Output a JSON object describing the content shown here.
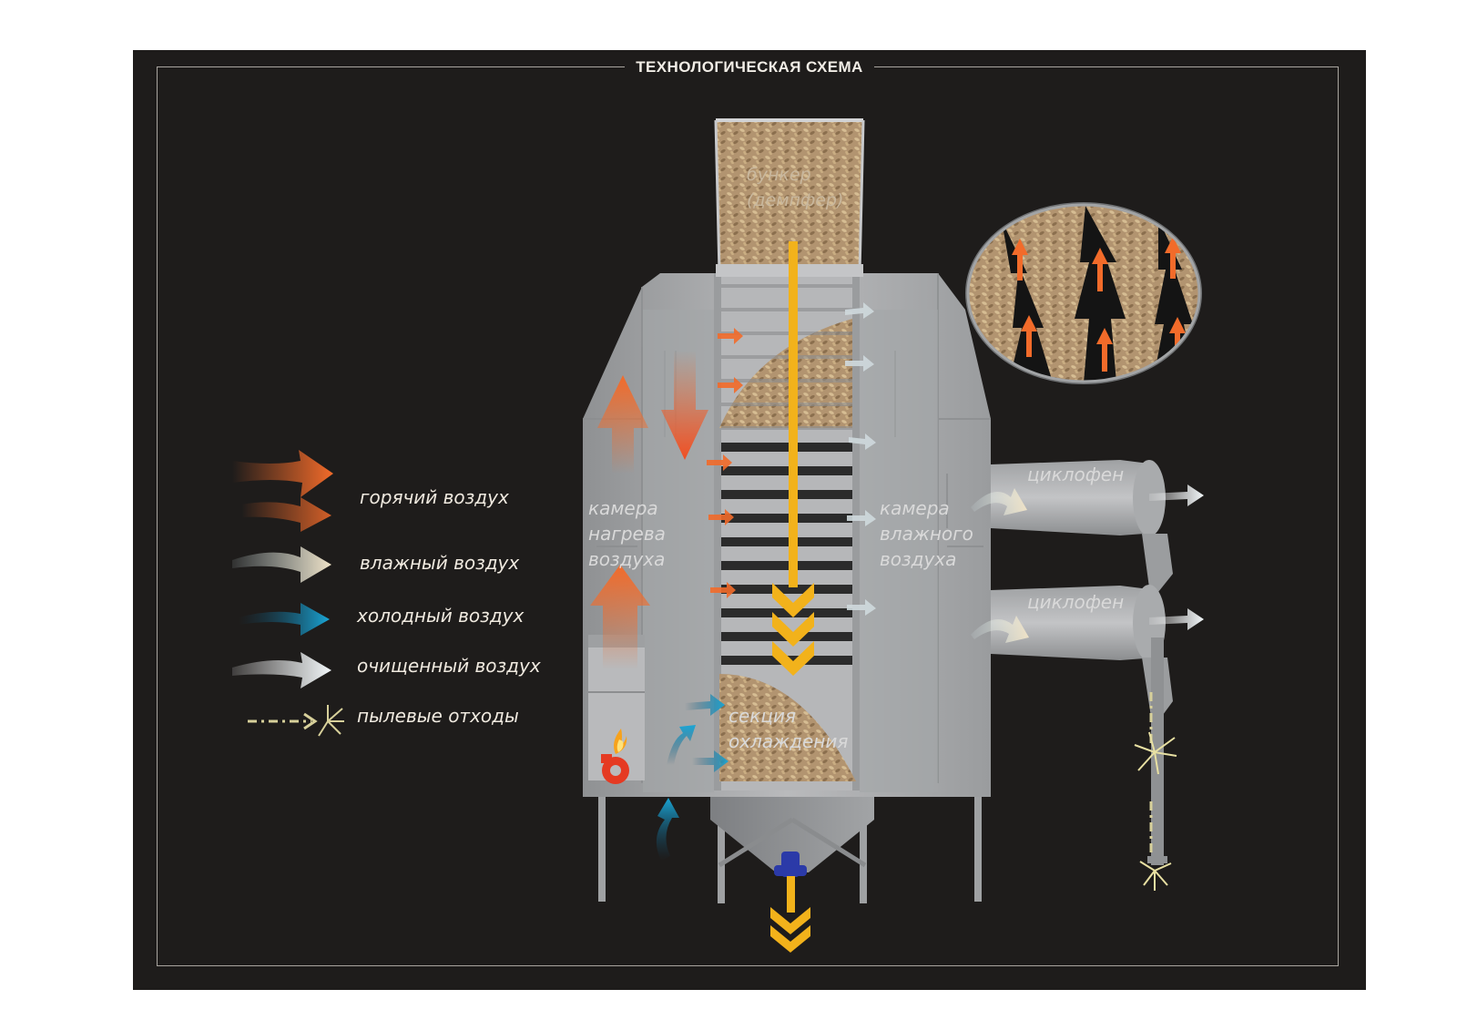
{
  "title": "ТЕХНОЛОГИЧЕСКАЯ СХЕМА",
  "legend": [
    {
      "key": "hot",
      "label": "горячий воздух",
      "color": "#f26b2a"
    },
    {
      "key": "moist",
      "label": "влажный воздух",
      "color": "#efe2c6"
    },
    {
      "key": "cold",
      "label": "холодный воздух",
      "color": "#1aa6d6"
    },
    {
      "key": "clean",
      "label": "очищенный воздух",
      "color": "#e6f2f6"
    },
    {
      "key": "dust",
      "label": "пылевые отходы",
      "color": "#d7d09a"
    }
  ],
  "labels": {
    "bunker_line1": "бункер",
    "bunker_line2": "(демпфер)",
    "heat_line1": "камера",
    "heat_line2": "нагрева",
    "heat_line3": "воздуха",
    "moist_line1": "камера",
    "moist_line2": "влажного",
    "moist_line3": "воздуха",
    "cooling_line1": "секция",
    "cooling_line2": "охлаждения",
    "cyclone1": "циклофен",
    "cyclone2": "циклофен"
  },
  "colors": {
    "background": "#1e1c1b",
    "grain_flow": "#f2b21b",
    "grain": "#b89a72",
    "steel": "#a7a8aa",
    "burner": "#e53a22",
    "valve": "#2b3aa8"
  }
}
